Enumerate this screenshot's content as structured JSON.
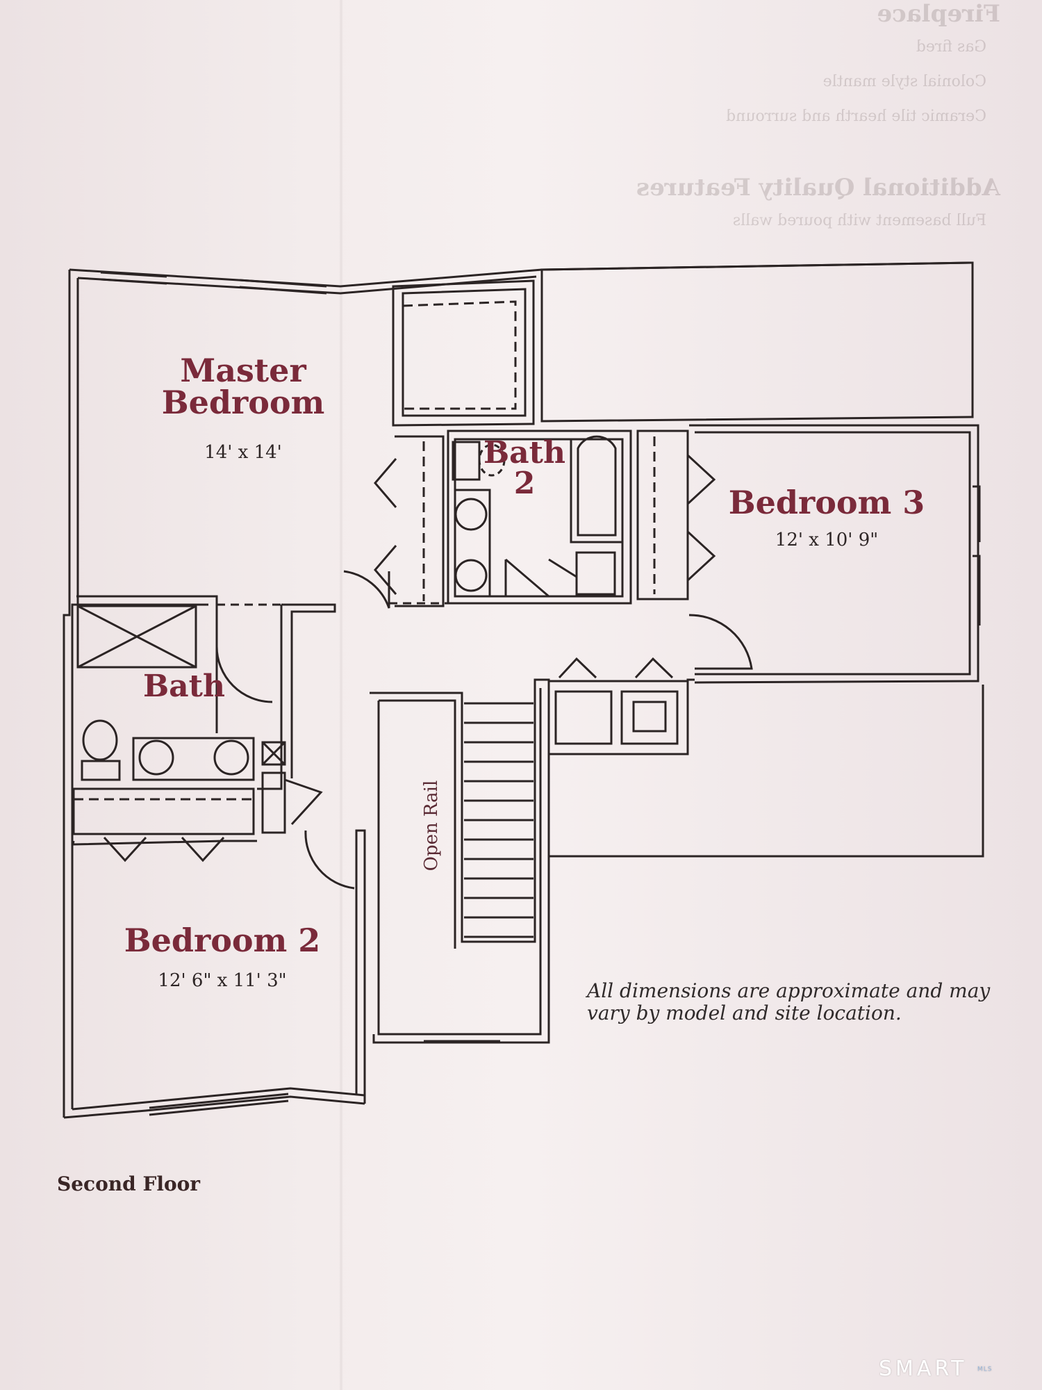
{
  "floor_label": "Second Floor",
  "disclaimer": "All dimensions are approximate and may vary by model and site location.",
  "stair_label": "Open Rail",
  "rooms": {
    "master": {
      "name": "Master\nBedroom",
      "size": "14' x 14'"
    },
    "bedroom2": {
      "name": "Bedroom 2",
      "size": "12' 6\" x 11' 3\""
    },
    "bedroom3": {
      "name": "Bedroom 3",
      "size": "12' x 10' 9\""
    },
    "bath": {
      "name": "Bath"
    },
    "bath2": {
      "name": "Bath\n2"
    }
  },
  "bleed_through": {
    "heading1": "Fireplace",
    "items1": [
      "Gas fired",
      "Colonial style mantle",
      "Ceramic tile hearth and surround"
    ],
    "heading2": "Additional Quality Features",
    "items2": [
      "Full basement with poured walls"
    ]
  },
  "watermark": {
    "brand": "SMART",
    "sub": "MLS"
  },
  "colors": {
    "wall": "#2b2424",
    "label": "#7a2a3a",
    "paper": "#f3ecec"
  }
}
